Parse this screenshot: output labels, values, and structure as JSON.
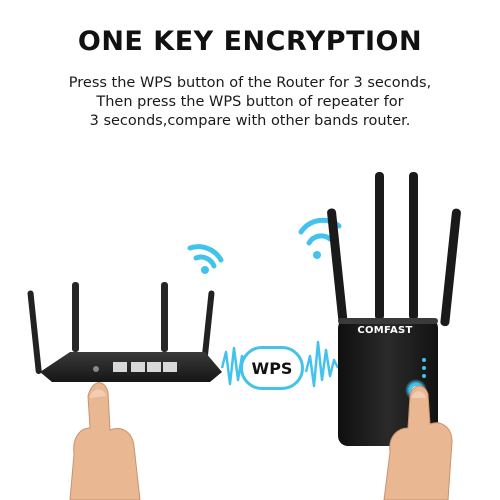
{
  "headline": "ONE KEY ENCRYPTION",
  "description": {
    "line1": "Press the WPS button of the Router for 3 seconds,",
    "line2": "Then press the WPS button of repeater for",
    "line3": "3 seconds,compare with other bands router."
  },
  "wps_label": "WPS",
  "brand": "COMFAST",
  "colors": {
    "accent": "#43c3ec",
    "device": "#1b1b1b",
    "skin": "#e9b792"
  },
  "icons": [
    "wifi-icon",
    "wifi-icon",
    "signal-wave-icon",
    "signal-wave-icon"
  ]
}
